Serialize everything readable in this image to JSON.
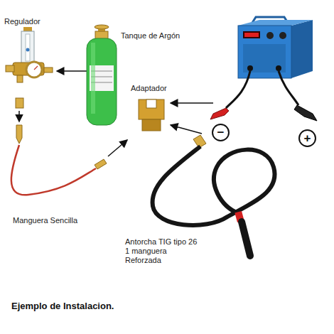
{
  "diagram": {
    "caption": "Ejemplo de Instalacion.",
    "nodes": [
      {
        "text": [
          "−"
        ]
      },
      {
        "text": [
          "+"
        ]
      }
    ],
    "labels": [
      "Regulador",
      "Tanque de Argón",
      "Adaptador",
      "Manguera Sencilla",
      "Antorcha TIG tipo 26 1 manguera Reforzada"
    ]
  }
}
